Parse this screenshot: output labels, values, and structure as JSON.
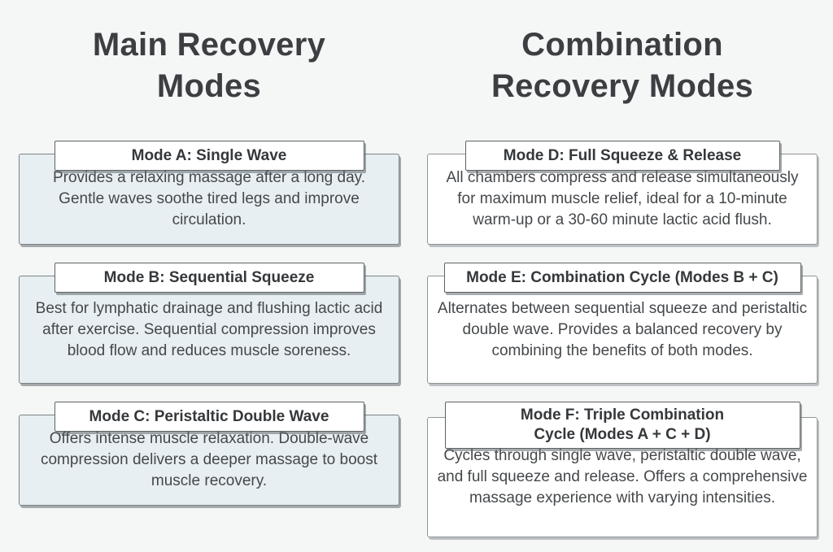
{
  "columns": [
    {
      "header": "Main Recovery Modes",
      "cards": [
        {
          "title": "Mode A: Single Wave",
          "description": "Provides a relaxing massage after a long day. Gentle waves soothe tired legs and improve circulation."
        },
        {
          "title": "Mode B: Sequential Squeeze",
          "description": "Best for lymphatic drainage and flushing lactic acid after exercise. Sequential compression improves blood flow and reduces muscle soreness."
        },
        {
          "title": "Mode C: Peristaltic Double Wave",
          "description": "Offers intense muscle relaxation. Double-wave compression delivers a deeper massage to boost muscle recovery."
        }
      ]
    },
    {
      "header": "Combination Recovery Modes",
      "cards": [
        {
          "title": "Mode D: Full Squeeze & Release",
          "description": "All chambers compress and release simultaneously for maximum muscle relief, ideal for a 10-minute warm-up or a 30-60 minute lactic acid flush."
        },
        {
          "title": "Mode E: Combination Cycle (Modes B + C)",
          "description": "Alternates between sequential squeeze and peristaltic double wave. Provides a balanced recovery by combining the benefits of both modes."
        },
        {
          "title": "Mode F: Triple Combination\nCycle (Modes A + C + D)",
          "description": "Cycles through single wave, peristaltic double wave, and full squeeze and release. Offers a comprehensive massage experience with varying intensities."
        }
      ]
    }
  ],
  "colors": {
    "page_background": "#f5f6f6",
    "left_card_background": "#e7eff2",
    "right_card_background": "#ffffff",
    "title_box_background": "#ffffff",
    "border_dark": "#5d6365",
    "border_body": "#7b8486",
    "heading_text": "#3c3f42",
    "body_text": "#45484b"
  }
}
